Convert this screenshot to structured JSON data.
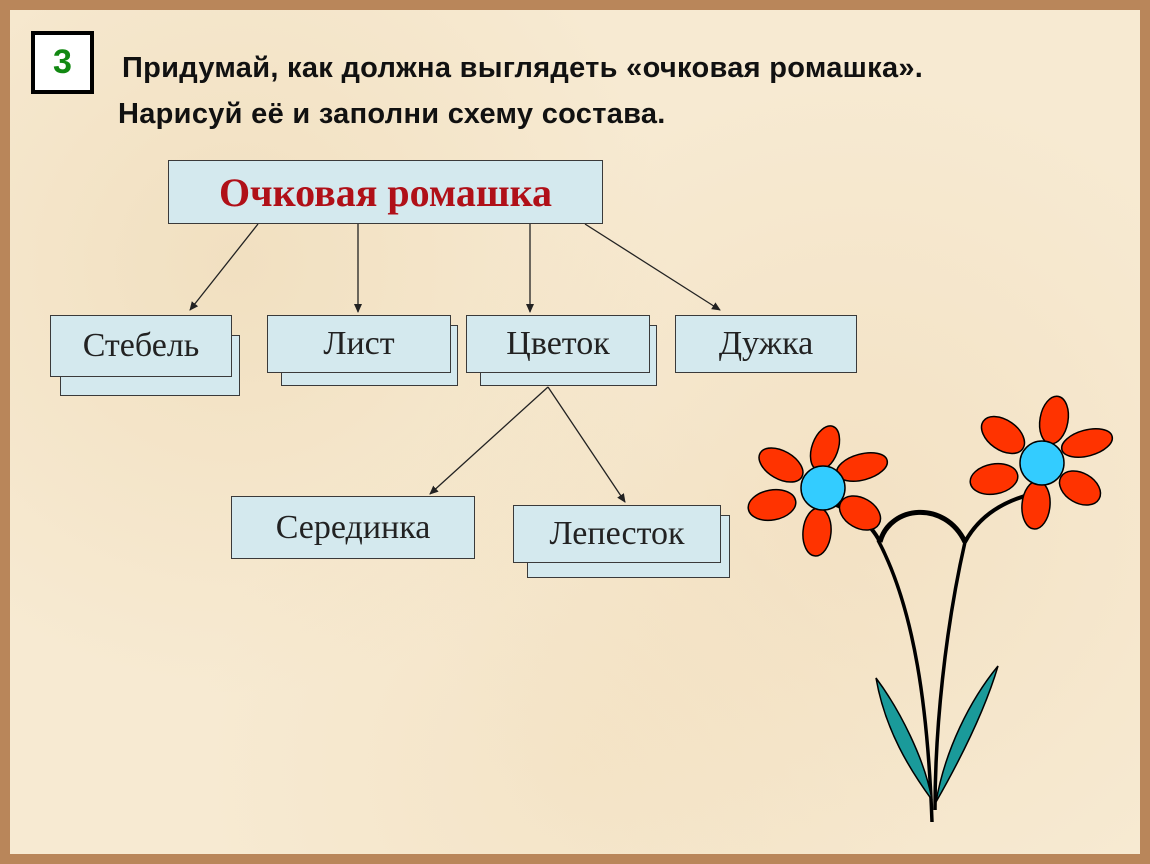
{
  "task": {
    "number": "3",
    "line1": "Придумай, как должна выглядеть «очковая ромашка».",
    "line2": "Нарисуй её и заполни схему состава."
  },
  "diagram": {
    "root": "Очковая ромашка",
    "level1": [
      "Стебель",
      "Лист",
      "Цветок",
      "Дужка"
    ],
    "level2": [
      "Серединка",
      "Лепесток"
    ]
  },
  "colors": {
    "frame": "#b9865a",
    "background": "#f7ead2",
    "box_fill": "#d4e9ee",
    "root_text": "#b01018",
    "task_number": "#118811",
    "petal": "#ff3300",
    "flower_center": "#33ccff",
    "leaf": "#1a9a9a",
    "stem": "#000000"
  }
}
